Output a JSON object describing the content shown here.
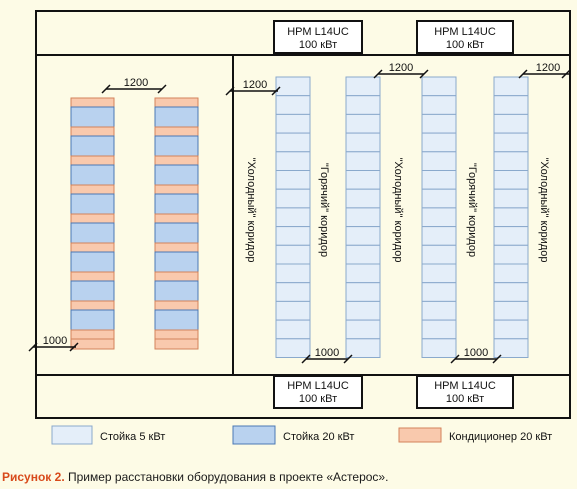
{
  "units": {
    "top_left": {
      "line1": "НРМ L14UC",
      "line2": "100 кВт"
    },
    "top_right": {
      "line1": "НРМ L14UC",
      "line2": "100 кВт"
    },
    "bottom_left": {
      "line1": "НРМ L14UC",
      "line2": "100 кВт"
    },
    "bottom_right": {
      "line1": "НРМ L14UC",
      "line2": "100 кВт"
    }
  },
  "dimensions": {
    "left_top": "1200",
    "left_bottom": "1000",
    "right_top_1": "1200",
    "right_top_2": "1200",
    "right_top_3": "1200",
    "right_bottom_1": "1000",
    "right_bottom_2": "1000"
  },
  "corridors": {
    "c1": "\"Холодный\" коридор",
    "c2": "\"Горячий\" коридор",
    "c3": "\"Холодный\" коридор",
    "c4": "\"Горячий\" коридор",
    "c5": "\"Холодный\" коридор"
  },
  "legend": {
    "rack5": "Стойка 5 кВт",
    "rack20": "Стойка 20 кВт",
    "conditioner": "Кондиционер 20 кВт"
  },
  "caption": {
    "number": "Рисунок 2.",
    "text": "Пример расстановки оборудования в проекте «Астерос»."
  },
  "colors": {
    "background": "#fdfbe6",
    "rack5_fill": "#e4eef9",
    "rack20_fill": "#b9d2ef",
    "conditioner_fill": "#f9c9ad",
    "caption_accent": "#d84a1b"
  }
}
